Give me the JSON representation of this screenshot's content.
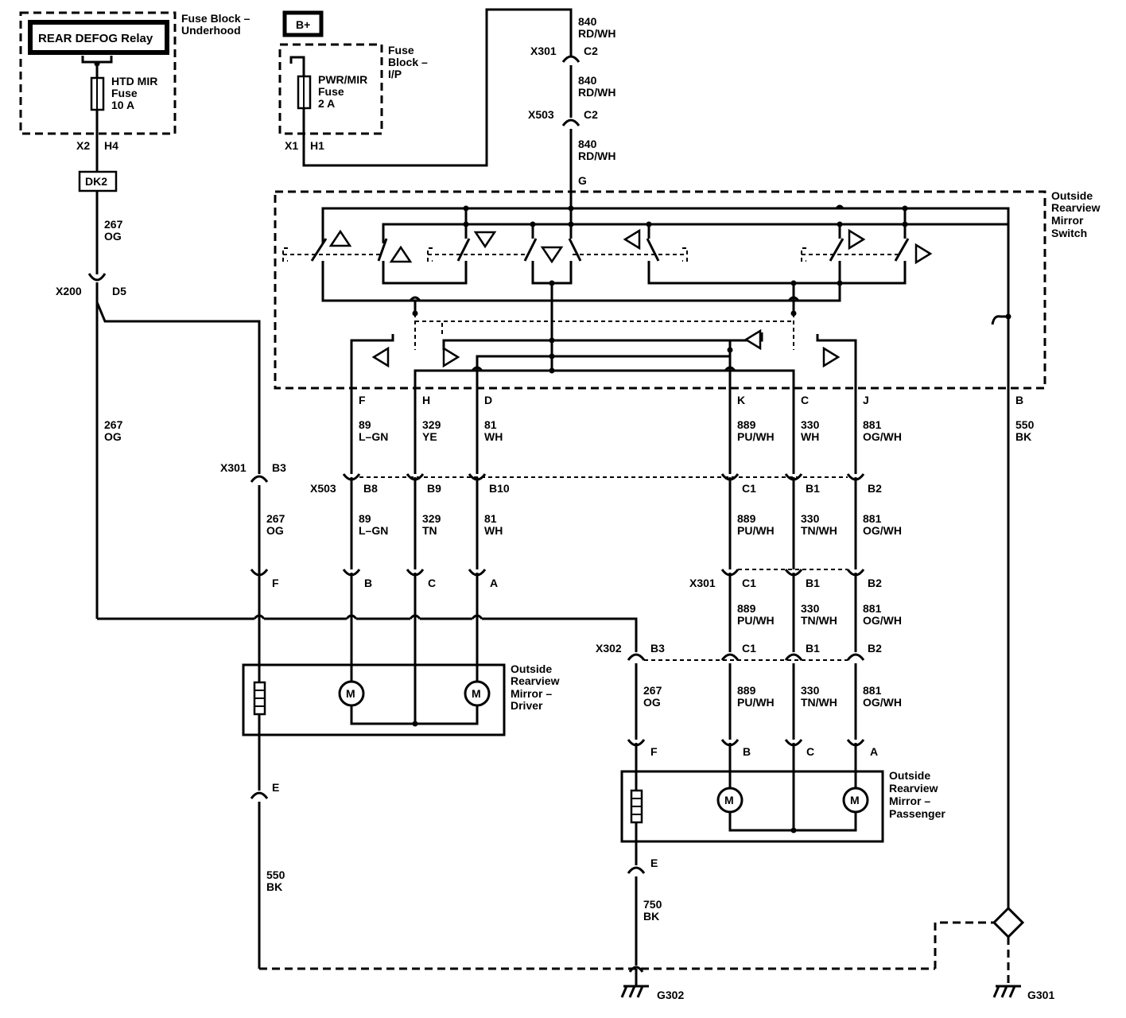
{
  "components": {
    "rear_defog_relay": "REAR DEFOG Relay",
    "fuse_block_underhood": [
      "Fuse Block –",
      "Underhood"
    ],
    "htd_mir_fuse": [
      "HTD MIR",
      "Fuse",
      "10 A"
    ],
    "b_plus": "B+",
    "fuse_block_ip": [
      "Fuse",
      "Block –",
      "I/P"
    ],
    "pwr_mir_fuse": [
      "PWR/MIR",
      "Fuse",
      "2 A"
    ],
    "splice_dk2": "DK2",
    "mirror_switch": [
      "Outside",
      "Rearview",
      "Mirror",
      "Switch"
    ],
    "mirror_driver": [
      "Outside",
      "Rearview",
      "Mirror –",
      "Driver"
    ],
    "mirror_passenger": [
      "Outside",
      "Rearview",
      "Mirror –",
      "Passenger"
    ],
    "motor": "M",
    "ground_g302": "G302",
    "ground_g301": "G301"
  },
  "connectors": {
    "x2": "X2",
    "h4": "H4",
    "x1": "X1",
    "h1": "H1",
    "x200": "X200",
    "d5": "D5",
    "x301": "X301",
    "x503": "X503",
    "x302": "X302",
    "c2": "C2",
    "b3": "B3",
    "b8": "B8",
    "b9": "B9",
    "b10": "B10",
    "c1": "C1",
    "b1": "B1",
    "b2": "B2"
  },
  "pins": {
    "g": "G",
    "f": "F",
    "h": "H",
    "d": "D",
    "k": "K",
    "c": "C",
    "j": "J",
    "b": "B",
    "a": "A",
    "e": "E"
  },
  "wires": {
    "c840": "840",
    "rdwh": "RD/WH",
    "c267": "267",
    "og": "OG",
    "c89": "89",
    "lgn": "L–GN",
    "c329": "329",
    "ye": "YE",
    "tn": "TN",
    "c81": "81",
    "wh": "WH",
    "c889": "889",
    "puwh": "PU/WH",
    "c330": "330",
    "tnwh": "TN/WH",
    "c881": "881",
    "ogwh": "OG/WH",
    "c550": "550",
    "c750": "750",
    "bk": "BK"
  }
}
